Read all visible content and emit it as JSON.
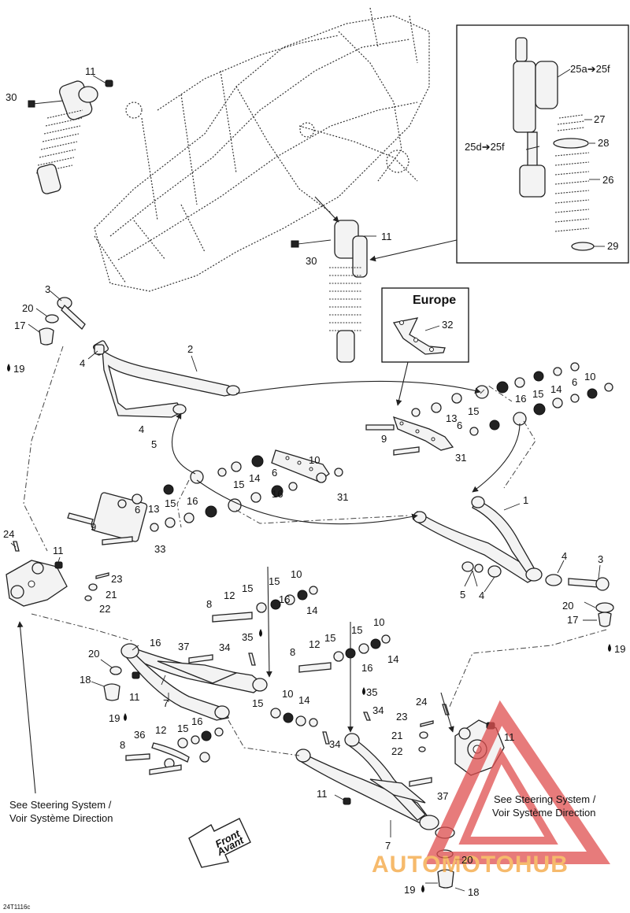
{
  "diagram": {
    "drawing_code": "24T1116c",
    "inset_title": "Europe",
    "steering_note_en": "See Steering System /",
    "steering_note_fr": "Voir Système Direction",
    "front_arrow_en": "Front",
    "front_arrow_fr": "Avant",
    "watermark": "AUTOMOTOHUB",
    "part_labels": [
      "1",
      "2",
      "3",
      "4",
      "5",
      "6",
      "7",
      "8",
      "9",
      "10",
      "11",
      "12",
      "13",
      "14",
      "15",
      "16",
      "17",
      "18",
      "19",
      "20",
      "21",
      "22",
      "23",
      "24",
      "25a➔25f",
      "25d➔25f",
      "26",
      "27",
      "28",
      "29",
      "30",
      "31",
      "32",
      "33",
      "34",
      "35",
      "36",
      "37"
    ],
    "colors": {
      "line": "#222222",
      "watermark_triangle": "#e05050",
      "watermark_text_orange": "#f3a33c",
      "watermark_text_gray": "#9a9a9a"
    }
  }
}
